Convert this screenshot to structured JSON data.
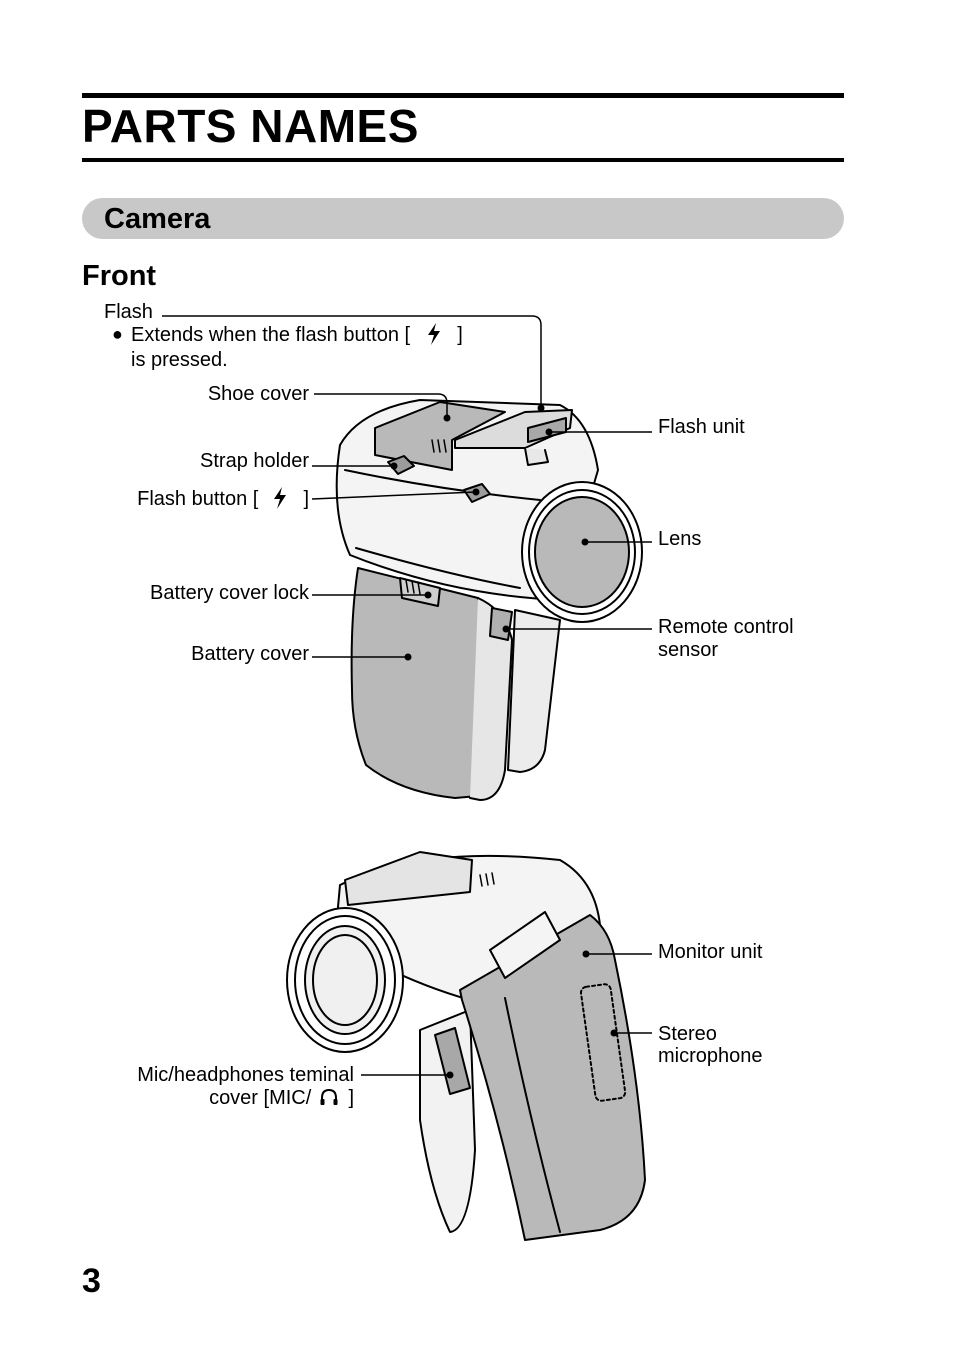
{
  "page": {
    "title": "PARTS NAMES",
    "section": "Camera",
    "subsection": "Front",
    "page_number": "3"
  },
  "labels": {
    "flash": "Flash",
    "flash_note_1": "Extends when the flash button [",
    "flash_note_close": "]",
    "flash_note_2": "is pressed.",
    "shoe_cover": "Shoe cover",
    "strap_holder": "Strap holder",
    "flash_button": "Flash button [",
    "flash_button_close": "]",
    "battery_cover_lock": "Battery cover lock",
    "battery_cover": "Battery cover",
    "flash_unit": "Flash unit",
    "lens": "Lens",
    "remote_1": "Remote control",
    "remote_2": "sensor",
    "monitor_unit": "Monitor unit",
    "stereo_1": "Stereo",
    "stereo_2": "microphone",
    "mic_1": "Mic/headphones teminal",
    "mic_2": "cover [MIC/",
    "mic_close": "]"
  },
  "icons": {
    "flash": "lightning-bolt-icon",
    "headphones": "headphones-icon",
    "bullet": "bullet-dot"
  },
  "colors": {
    "section_bar": "#c8c8c8",
    "body_gray": "#b9b9b9",
    "text": "#000000"
  }
}
